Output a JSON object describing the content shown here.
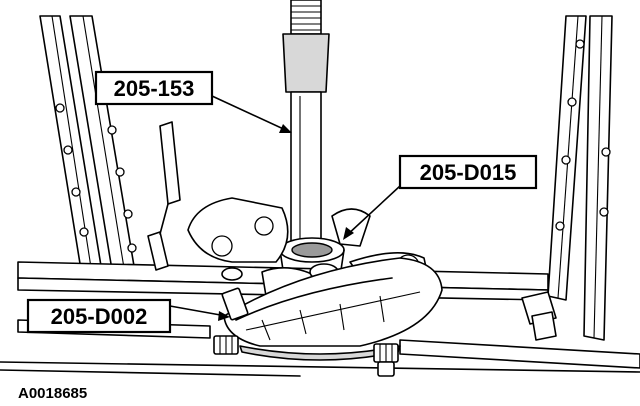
{
  "callouts": {
    "press_tool": "205-153",
    "receiver_cup": "205-D015",
    "installer": "205-D002"
  },
  "figure_id": "A0018685"
}
